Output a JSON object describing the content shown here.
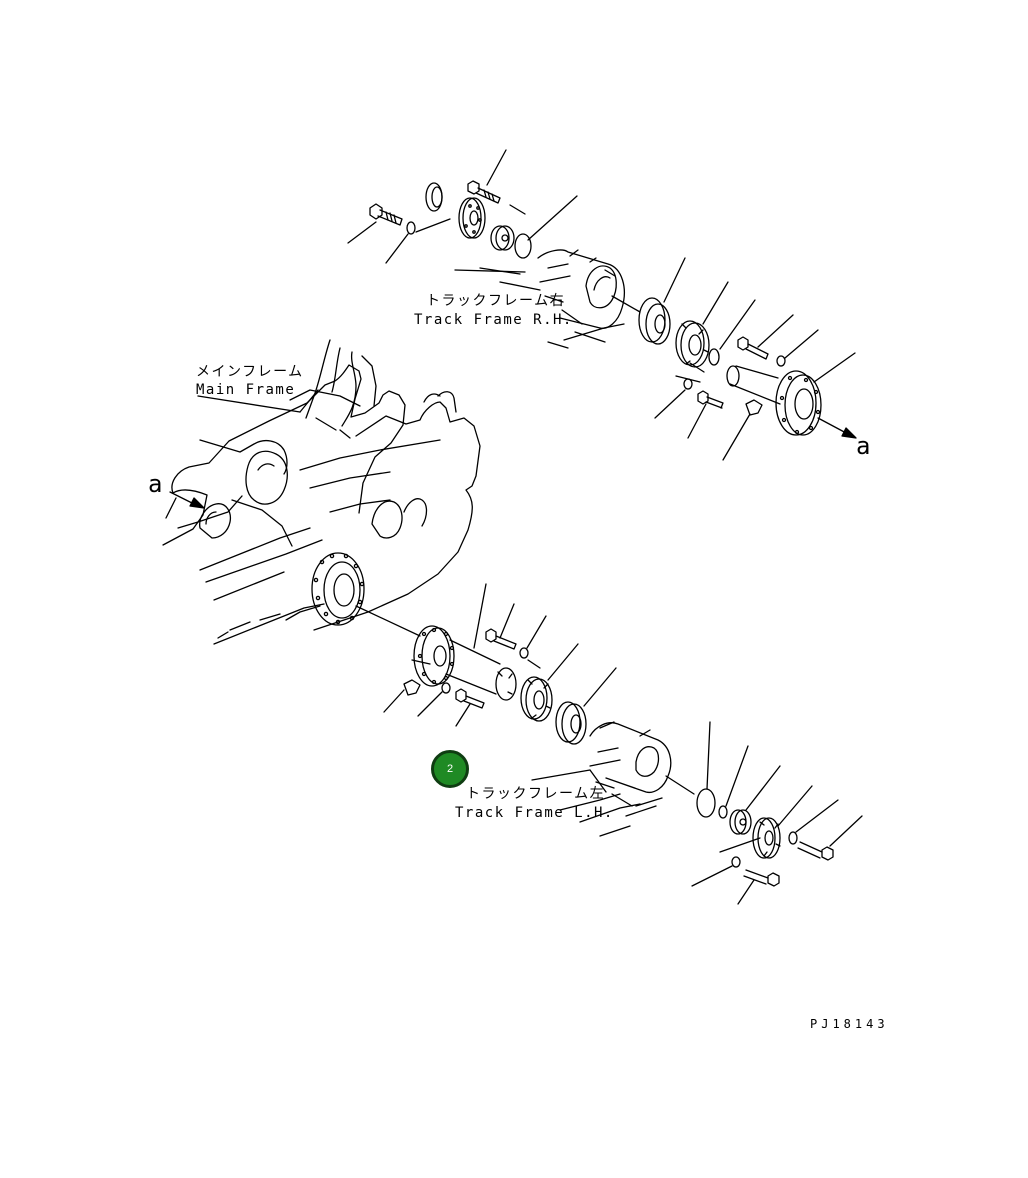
{
  "labels": {
    "track_frame_rh_jp": "トラックフレーム右",
    "track_frame_rh_en": "Track Frame R.H.",
    "main_frame_jp": "メインフレーム",
    "main_frame_en": "Main Frame",
    "track_frame_lh_jp": "トラックフレーム左",
    "track_frame_lh_en": "Track Frame L.H."
  },
  "reference_marks": {
    "left_a": "a",
    "right_a": "a"
  },
  "drawing_code": "PJ18143",
  "callout_badge": {
    "number": "2",
    "color": "#1f8a24",
    "border_color": "#0f3d12"
  }
}
